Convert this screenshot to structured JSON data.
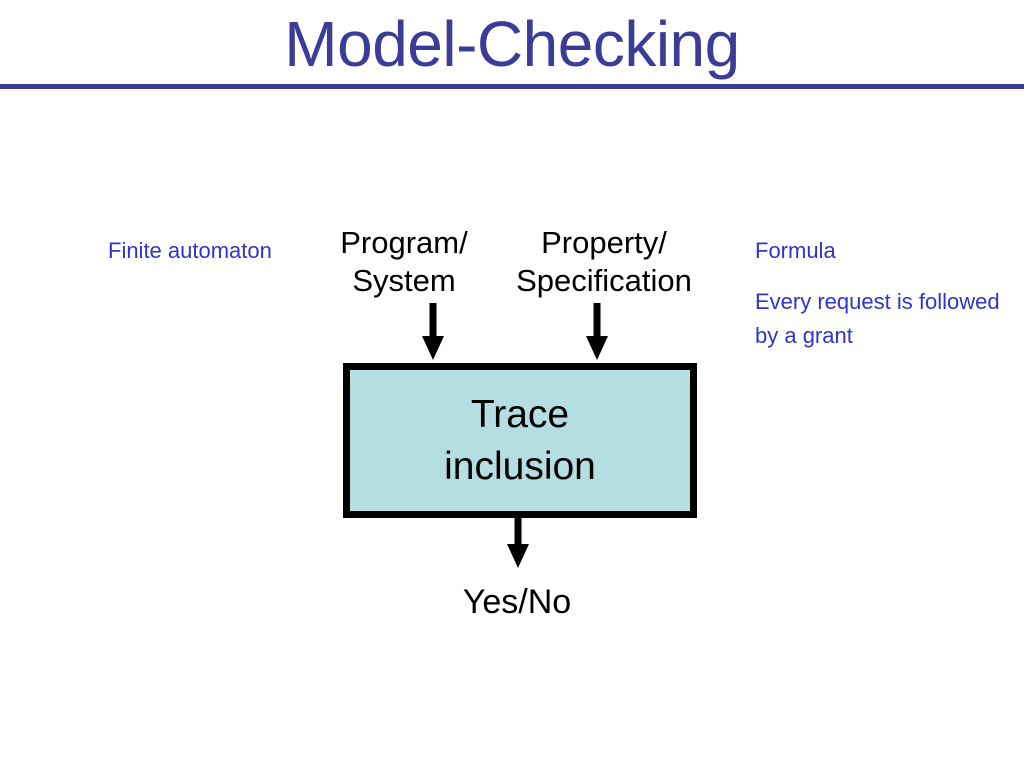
{
  "slide": {
    "title": "Model-Checking",
    "title_color": "#3b3b98",
    "rule_color": "#3b3b98",
    "background_color": "#ffffff"
  },
  "annotations": {
    "left": {
      "name": "finite-automaton",
      "text": "Finite automaton",
      "color": "#3333cc"
    },
    "right_heading": {
      "name": "formula",
      "text": "Formula",
      "color": "#3333cc"
    },
    "right_detail": {
      "name": "formula-example",
      "text": "Every request is followed by a grant",
      "color": "#3333cc"
    }
  },
  "diagram": {
    "inputs": [
      {
        "id": "program-system",
        "label": "Program/\nSystem",
        "color": "#000000",
        "arrow": "arrow-down-icon"
      },
      {
        "id": "property-specification",
        "label": "Property/\nSpecification",
        "color": "#000000",
        "arrow": "arrow-down-icon"
      }
    ],
    "process": {
      "id": "trace-inclusion",
      "label": "Trace\ninclusion",
      "fill_color": "#b5dee2",
      "border_color": "#000000",
      "text_color": "#000000"
    },
    "output": {
      "id": "yes-no",
      "label": "Yes/No",
      "color": "#000000",
      "arrow": "arrow-down-icon"
    }
  }
}
